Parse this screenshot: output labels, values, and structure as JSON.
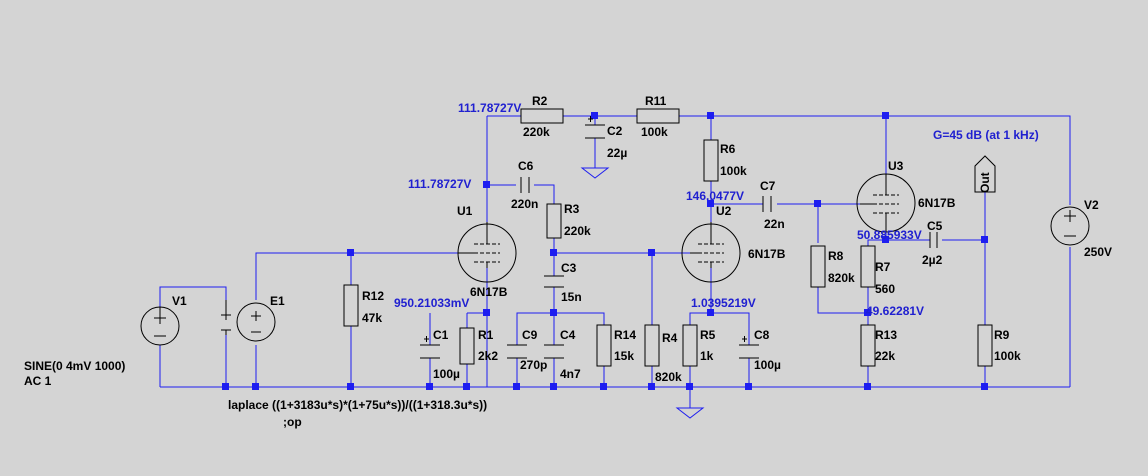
{
  "components": {
    "V1": {
      "ref": "V1",
      "spec1": "SINE(0 4mV 1000)",
      "spec2": "AC 1"
    },
    "E1": {
      "ref": "E1",
      "expr": "laplace ((1+3183u*s)*(1+75u*s))/((1+318.3u*s))"
    },
    "R12": {
      "ref": "R12",
      "value": "47k"
    },
    "U1": {
      "ref": "U1",
      "model": "6N17B"
    },
    "C1": {
      "ref": "C1",
      "value": "100µ"
    },
    "R1": {
      "ref": "R1",
      "value": "2k2"
    },
    "C6": {
      "ref": "C6",
      "value": "220n"
    },
    "R2": {
      "ref": "R2",
      "value": "220k"
    },
    "C2": {
      "ref": "C2",
      "value": "22µ"
    },
    "R11": {
      "ref": "R11",
      "value": "100k"
    },
    "R3": {
      "ref": "R3",
      "value": "220k"
    },
    "C3": {
      "ref": "C3",
      "value": "15n"
    },
    "C9": {
      "ref": "C9",
      "value": "270p"
    },
    "C4": {
      "ref": "C4",
      "value": "4n7"
    },
    "R14": {
      "ref": "R14",
      "value": "15k"
    },
    "R4": {
      "ref": "R4",
      "value": "820k"
    },
    "U2": {
      "ref": "U2",
      "model": "6N17B"
    },
    "R5": {
      "ref": "R5",
      "value": "1k"
    },
    "C8": {
      "ref": "C8",
      "value": "100µ"
    },
    "R6": {
      "ref": "R6",
      "value": "100k"
    },
    "C7": {
      "ref": "C7",
      "value": "22n"
    },
    "R8": {
      "ref": "R8",
      "value": "820k"
    },
    "U3": {
      "ref": "U3",
      "model": "6N17B"
    },
    "R7": {
      "ref": "R7",
      "value": "560"
    },
    "C5": {
      "ref": "C5",
      "value": "2µ2"
    },
    "R13": {
      "ref": "R13",
      "value": "22k"
    },
    "R9": {
      "ref": "R9",
      "value": "100k"
    },
    "V2": {
      "ref": "V2",
      "value": "250V"
    }
  },
  "voltages": {
    "b_plus_1": "111.78727V",
    "u1_anode": "111.78727V",
    "u1_cathode": "950.21033mV",
    "u2_anode": "146.0477V",
    "u2_cathode": "1.0395219V",
    "u3_cathode": "50.885933V",
    "u3_divider": "49.62281V"
  },
  "annotations": {
    "gain": "G=45 dB (at 1 kHz)",
    "directive": ";op",
    "out_label": "Out"
  },
  "colors": {
    "wire": "#1e1ef0",
    "component": "#000000",
    "voltage_text": "#2020d0",
    "background": "#d4d4d4"
  }
}
